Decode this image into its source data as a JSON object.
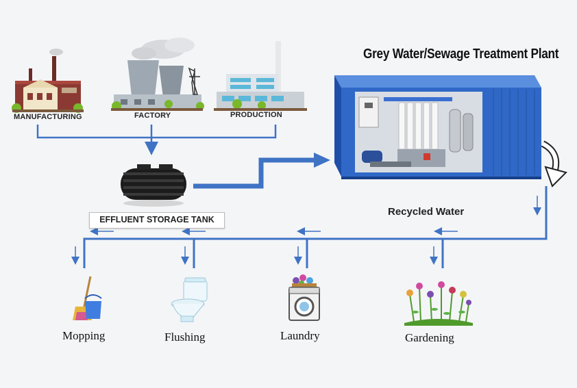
{
  "diagram": {
    "title": "Grey Water/Sewage Treatment Plant",
    "sources": [
      {
        "label": "MANUFACTURING",
        "icon": "manufacturing-building-icon"
      },
      {
        "label": "FACTORY",
        "icon": "factory-cooling-towers-icon"
      },
      {
        "label": "PRODUCTION",
        "icon": "production-building-icon"
      }
    ],
    "tank_label": "EFFLUENT STORAGE TANK",
    "flow_label": "Recycled Water",
    "uses": [
      {
        "label": "Mopping",
        "icon": "mop-bucket-icon"
      },
      {
        "label": "Flushing",
        "icon": "toilet-icon"
      },
      {
        "label": "Laundry",
        "icon": "washing-machine-icon"
      },
      {
        "label": "Gardening",
        "icon": "flowers-icon"
      }
    ],
    "colors": {
      "pipe": "#3f73c4",
      "container": "#2f68c7",
      "background": "#f4f5f7"
    }
  }
}
